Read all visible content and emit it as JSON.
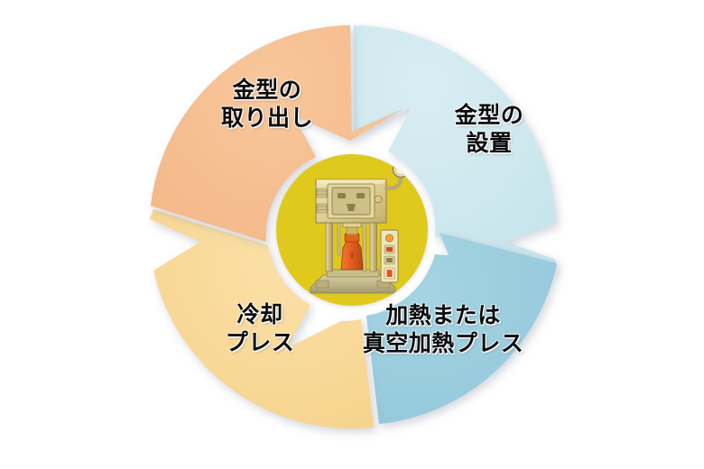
{
  "diagram": {
    "type": "cycle",
    "title": "",
    "center": {
      "illustration_name": "hydraulic-heat-press-machine-illustration",
      "background_color": "#DFC91D"
    },
    "segments": [
      {
        "id": "setup",
        "position": "top-right",
        "order": 1,
        "label": "金型の\n設置",
        "color": "#CDE8EE"
      },
      {
        "id": "heat",
        "position": "bottom-right",
        "order": 2,
        "label": "加熱または\n真空加熱プレス",
        "color": "#9ACDDF"
      },
      {
        "id": "cool",
        "position": "bottom-left",
        "order": 3,
        "label": "冷却\nプレス",
        "color": "#F7D894"
      },
      {
        "id": "remove",
        "position": "top-left",
        "order": 4,
        "label": "金型の\n取り出し",
        "color": "#F5BC8C"
      }
    ]
  }
}
